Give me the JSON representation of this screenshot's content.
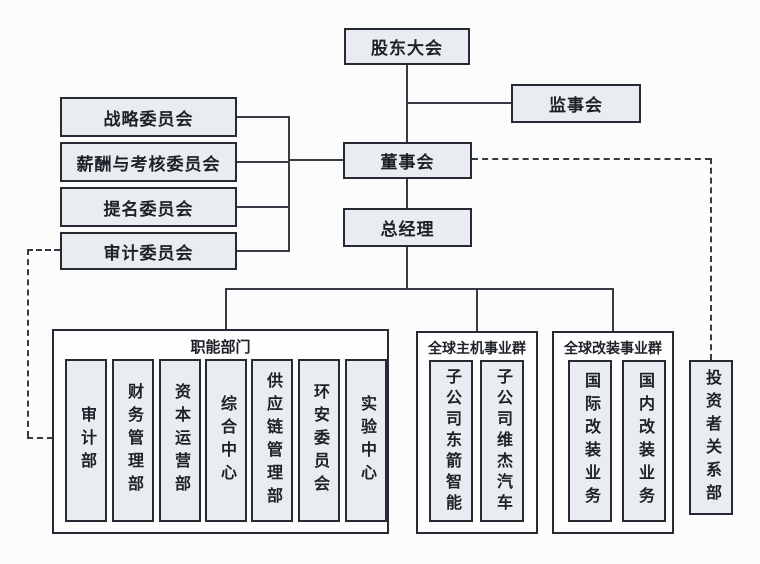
{
  "org": {
    "shareholders": "股东大会",
    "supervisory": "监事会",
    "board": "董事会",
    "gm": "总经理",
    "committees": [
      {
        "label": "战略委员会"
      },
      {
        "label": "薪酬与考核委员会"
      },
      {
        "label": "提名委员会"
      },
      {
        "label": "审计委员会"
      }
    ],
    "groups": [
      {
        "title": "职能部门",
        "children": [
          {
            "label": "审计部"
          },
          {
            "label": "财务管理部"
          },
          {
            "label": "资本运营部"
          },
          {
            "label": "综合中心"
          },
          {
            "label": "供应链管理部"
          },
          {
            "label": "环安委员会"
          },
          {
            "label": "实验中心"
          }
        ]
      },
      {
        "title": "全球主机事业群",
        "children": [
          {
            "label": "子公司东箭智能"
          },
          {
            "label": "子公司维杰汽车"
          }
        ]
      },
      {
        "title": "全球改装事业群",
        "children": [
          {
            "label": "国际改装业务"
          },
          {
            "label": "国内改装业务"
          }
        ]
      }
    ],
    "investor": "投资者关系部"
  },
  "colors": {
    "box_fill": "#e9edf1",
    "box_border": "#262a33",
    "line": "#363a42",
    "background": "#fcfcfc"
  }
}
